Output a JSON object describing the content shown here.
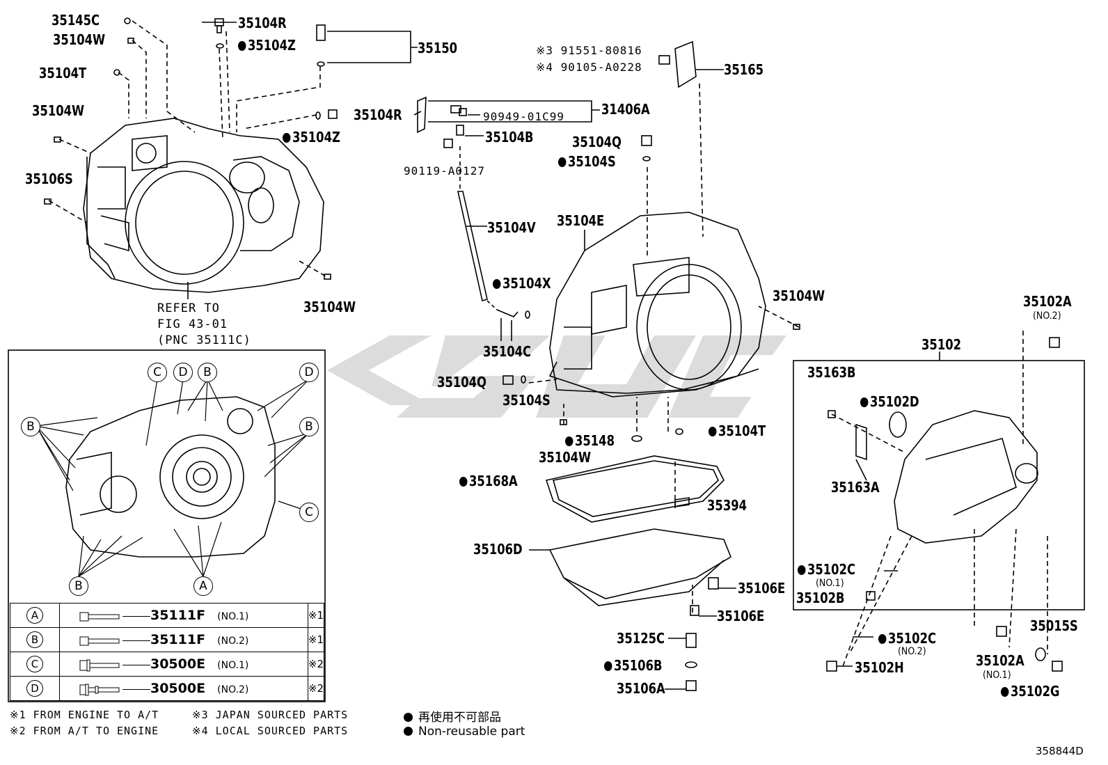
{
  "watermark": {
    "color": "#d9d9d9"
  },
  "diagram_id": "358844D",
  "refer_note": [
    "REFER TO",
    "FIG 43-01",
    "(PNC 35111C)"
  ],
  "labels": {
    "p35145C": "35145C",
    "p35104W_a": "35104W",
    "p35104T_a": "35104T",
    "p35104W_b": "35104W",
    "p35106S": "35106S",
    "p35104R_a": "35104R",
    "p35104Z_a": "35104Z",
    "p35150": "35150",
    "p35104R_b": "35104R",
    "p35104Z_b": "35104Z",
    "p90949": "90949-01C99",
    "p31406A": "31406A",
    "p35104B": "35104B",
    "p90119": "90119-A0127",
    "p91551": "※3 91551-80816",
    "p90105": "※4 90105-A0228",
    "p35165": "35165",
    "p35104Q_a": "35104Q",
    "p35104S_a": "35104S",
    "p35104V": "35104V",
    "p35104E": "35104E",
    "p35104W_c": "35104W",
    "p35104X": "35104X",
    "p35104C": "35104C",
    "p35104W_d": "35104W",
    "p35102A_a": "35102A",
    "p35102A_a_no": "(NO.2)",
    "p35102": "35102",
    "p35104Q_b": "35104Q",
    "p35104S_b": "35104S",
    "p35163B": "35163B",
    "p35102D": "35102D",
    "p35148": "35148",
    "p35104T_b": "35104T",
    "p35104W_e": "35104W",
    "p35163A": "35163A",
    "p35168A": "35168A",
    "p35394": "35394",
    "p35106D": "35106D",
    "p35102C_a": "35102C",
    "p35102C_a_no": "(NO.1)",
    "p35102B": "35102B",
    "p35106E_a": "35106E",
    "p35106E_b": "35106E",
    "p35125C": "35125C",
    "p35102C_b": "35102C",
    "p35102C_b_no": "(NO.2)",
    "p35015S": "35015S",
    "p35106B": "35106B",
    "p35102H": "35102H",
    "p35102A_b": "35102A",
    "p35102A_b_no": "(NO.1)",
    "p35106A": "35106A",
    "p35102G": "35102G"
  },
  "callout_letters": {
    "a": "A",
    "b": "B",
    "c": "C",
    "d": "D"
  },
  "legend_table": [
    {
      "key": "A",
      "part": "35111F",
      "no": "(NO.1)",
      "note": "※1"
    },
    {
      "key": "B",
      "part": "35111F",
      "no": "(NO.2)",
      "note": "※1"
    },
    {
      "key": "C",
      "part": "30500E",
      "no": "(NO.1)",
      "note": "※2"
    },
    {
      "key": "D",
      "part": "30500E",
      "no": "(NO.2)",
      "note": "※2"
    }
  ],
  "footnotes": {
    "n1": "※1 FROM ENGINE TO A/T",
    "n2": "※2 FROM A/T TO ENGINE",
    "n3": "※3 JAPAN SOURCED PARTS",
    "n4": "※4 LOCAL SOURCED PARTS",
    "jp": "再使用不可部品",
    "en": "Non-reusable part"
  }
}
